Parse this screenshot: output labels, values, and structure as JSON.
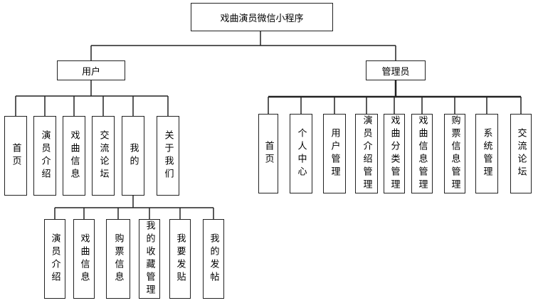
{
  "root": "戏曲演员微信小程序",
  "user": {
    "label": "用户",
    "modules": [
      "首页",
      "演员介绍",
      "戏曲信息",
      "交流论坛",
      "我的",
      "关于我们"
    ],
    "mine": [
      "演员介绍",
      "戏曲信息",
      "购票信息",
      "我的收藏管理",
      "我要发贴",
      "我的发帖"
    ]
  },
  "admin": {
    "label": "管理员",
    "modules": [
      "首页",
      "个人中心",
      "用户管理",
      "演员介绍管理",
      "戏曲分类管理",
      "戏曲信息管理",
      "购票信息管理",
      "系统管理",
      "交流论坛"
    ]
  }
}
